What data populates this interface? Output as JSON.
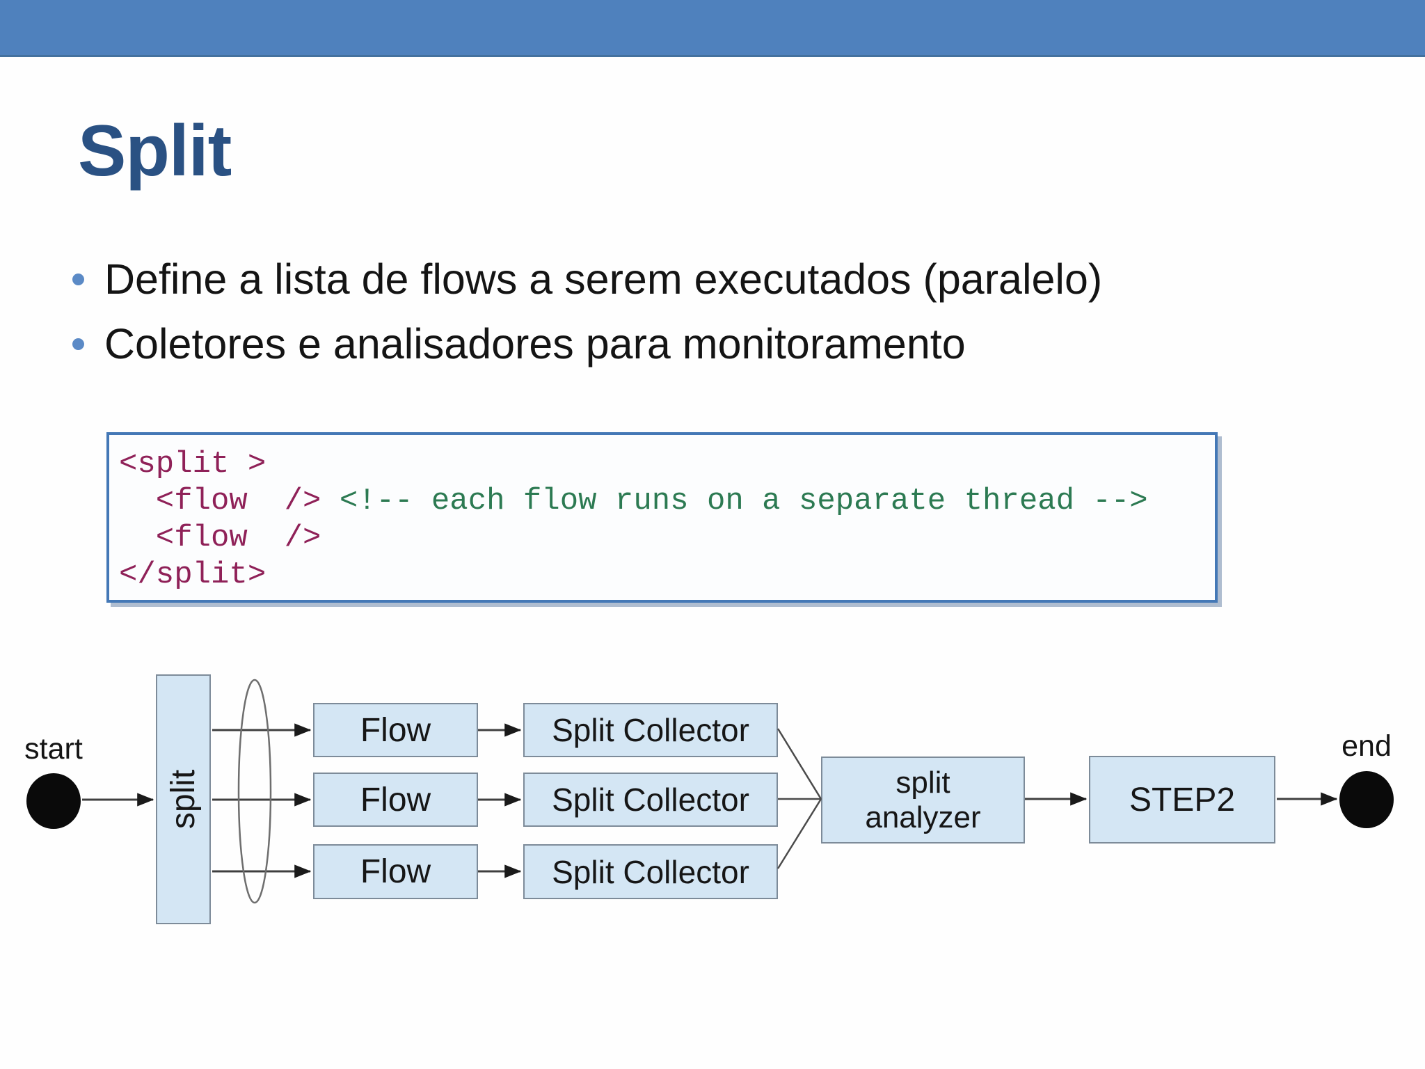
{
  "slide": {
    "title": "Split",
    "bullets": [
      "Define a lista de flows a serem executados (paralelo)",
      "Coletores e analisadores para monitoramento"
    ]
  },
  "code": {
    "lines": [
      {
        "segments": [
          {
            "text": "<split >"
          }
        ]
      },
      {
        "segments": [
          {
            "text": "  <flow  /> "
          },
          {
            "text": "<!-- each flow runs on a separate thread -->"
          }
        ]
      },
      {
        "segments": [
          {
            "text": "  <flow  />"
          }
        ]
      },
      {
        "segments": [
          {
            "text": "</split>"
          }
        ]
      }
    ]
  },
  "diagram": {
    "start_label": "start",
    "end_label": "end",
    "split_label": "split",
    "flow_labels": [
      "Flow",
      "Flow",
      "Flow"
    ],
    "collector_labels": [
      "Split Collector",
      "Split Collector",
      "Split Collector"
    ],
    "analyzer_label": "split analyzer",
    "step2_label": "STEP2"
  },
  "colors": {
    "accent_bar": "#4f81bd",
    "title_text": "#2a5183",
    "bullet_dot": "#5b8ac6",
    "node_fill": "#d4e6f4",
    "node_border": "#7d8b99",
    "code_box_border": "#4478b6",
    "code_tag": "#8f2158",
    "code_comment": "#2c7a52",
    "connector": "#3f3f3f"
  }
}
